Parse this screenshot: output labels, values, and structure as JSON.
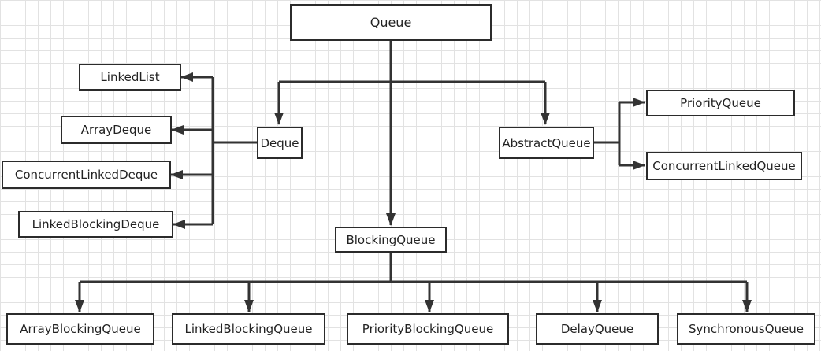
{
  "diagram": {
    "line_color": "#333333",
    "nodes": {
      "queue": "Queue",
      "deque": "Deque",
      "abstract_queue": "AbstractQueue",
      "blocking_queue": "BlockingQueue",
      "linked_list": "LinkedList",
      "array_deque": "ArrayDeque",
      "concurrent_linked_deque": "ConcurrentLinkedDeque",
      "linked_blocking_deque": "LinkedBlockingDeque",
      "priority_queue": "PriorityQueue",
      "concurrent_linked_queue": "ConcurrentLinkedQueue",
      "array_blocking_queue": "ArrayBlockingQueue",
      "linked_blocking_queue": "LinkedBlockingQueue",
      "priority_blocking_queue": "PriorityBlockingQueue",
      "delay_queue": "DelayQueue",
      "synchronous_queue": "SynchronousQueue"
    }
  }
}
